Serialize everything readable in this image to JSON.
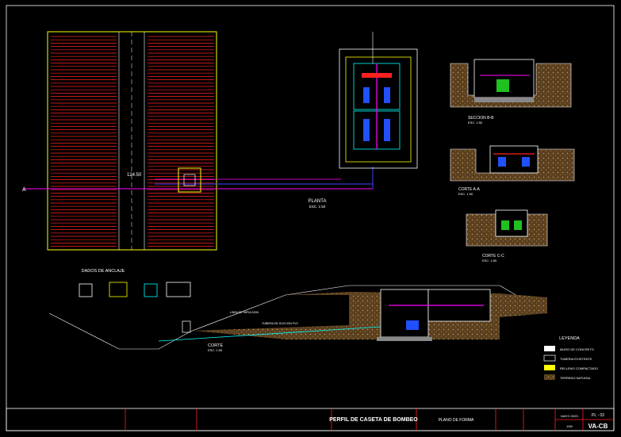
{
  "texts": {
    "plan_title": "PLANTA",
    "plan_scale": "ESC. 1:50",
    "sec_bb": "SECCION B-B",
    "sec_bb_scale": "ESC. 1:50",
    "sec_aa": "CORTE A-A",
    "sec_aa_scale": "ESC. 1:50",
    "sec_cc": "CORTE C-C",
    "sec_cc_scale": "ESC. 1:50",
    "anchor_title": "DADOS DE ANCLAJE",
    "profile_title": "CORTE",
    "profile_scale": "ESC. 1:50",
    "coord_label": "124.50",
    "arrow_a": "A",
    "legend_title": "LEYENDA",
    "legend_items": [
      "MURO DE CONCRETO",
      "TUBERIA EXISTENTE",
      "RELLENO COMPACTADO",
      "TERRENO NATURAL"
    ],
    "pipe_label_1": "LINEA DE IMPULSION",
    "pipe_label_2": "TUBERIA DE SUCCION PVC"
  },
  "title_block": {
    "project_title": "PERFIL DE CASETA DE BOMBEO",
    "drawing_name": "PLANO DE FORMA",
    "sheet_code": "VA-CB",
    "sheet_ref": "PL - 03",
    "scale": "1/50",
    "date": "MAYO 2023"
  },
  "colors": {
    "background": "#000000",
    "road_red": "#ff2020",
    "frame_yellow": "#ffff00",
    "pipe_magenta": "#ff00ff",
    "pipe_blue": "#4040ff",
    "earth": "#7a5a30",
    "cyan": "#00ffff",
    "white": "#ffffff"
  }
}
